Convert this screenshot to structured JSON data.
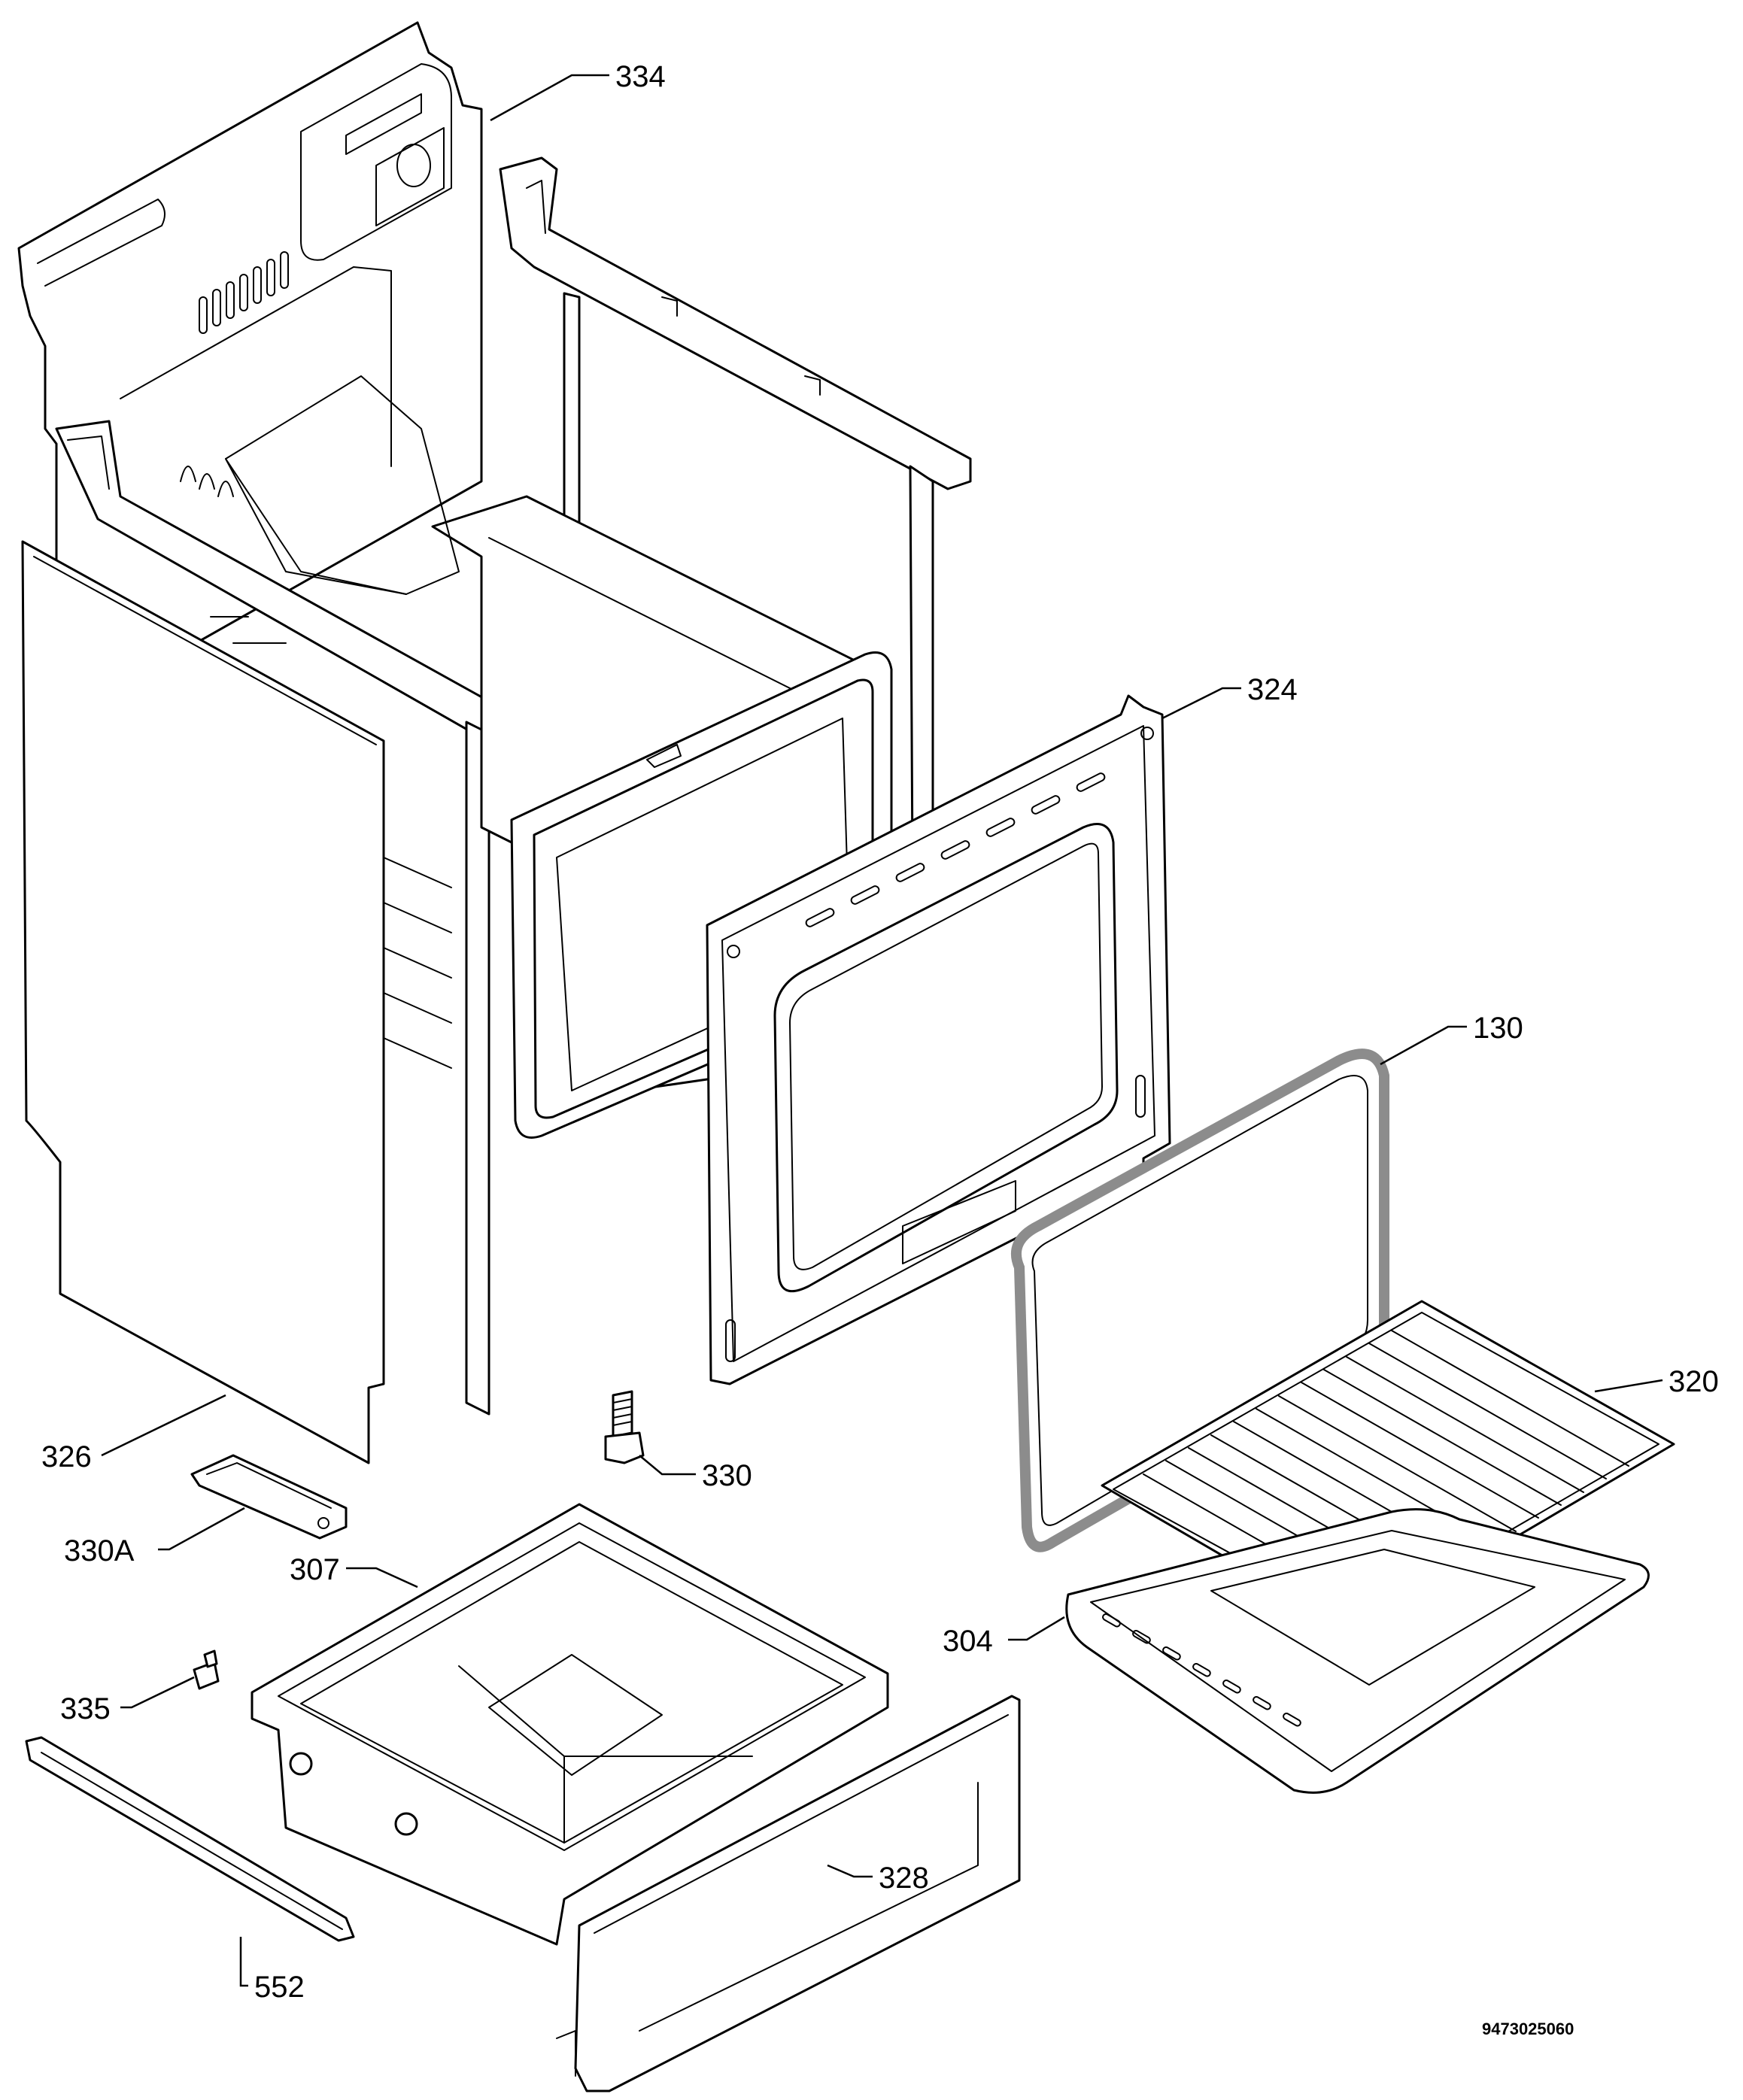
{
  "diagram_code": "9473025060",
  "callouts": [
    {
      "id": "334",
      "text": "334"
    },
    {
      "id": "324",
      "text": "324"
    },
    {
      "id": "130",
      "text": "130"
    },
    {
      "id": "320",
      "text": "320"
    },
    {
      "id": "326",
      "text": "326"
    },
    {
      "id": "330",
      "text": "330"
    },
    {
      "id": "330A",
      "text": "330A"
    },
    {
      "id": "307",
      "text": "307"
    },
    {
      "id": "304",
      "text": "304"
    },
    {
      "id": "335",
      "text": "335"
    },
    {
      "id": "552",
      "text": "552"
    },
    {
      "id": "328",
      "text": "328"
    }
  ]
}
